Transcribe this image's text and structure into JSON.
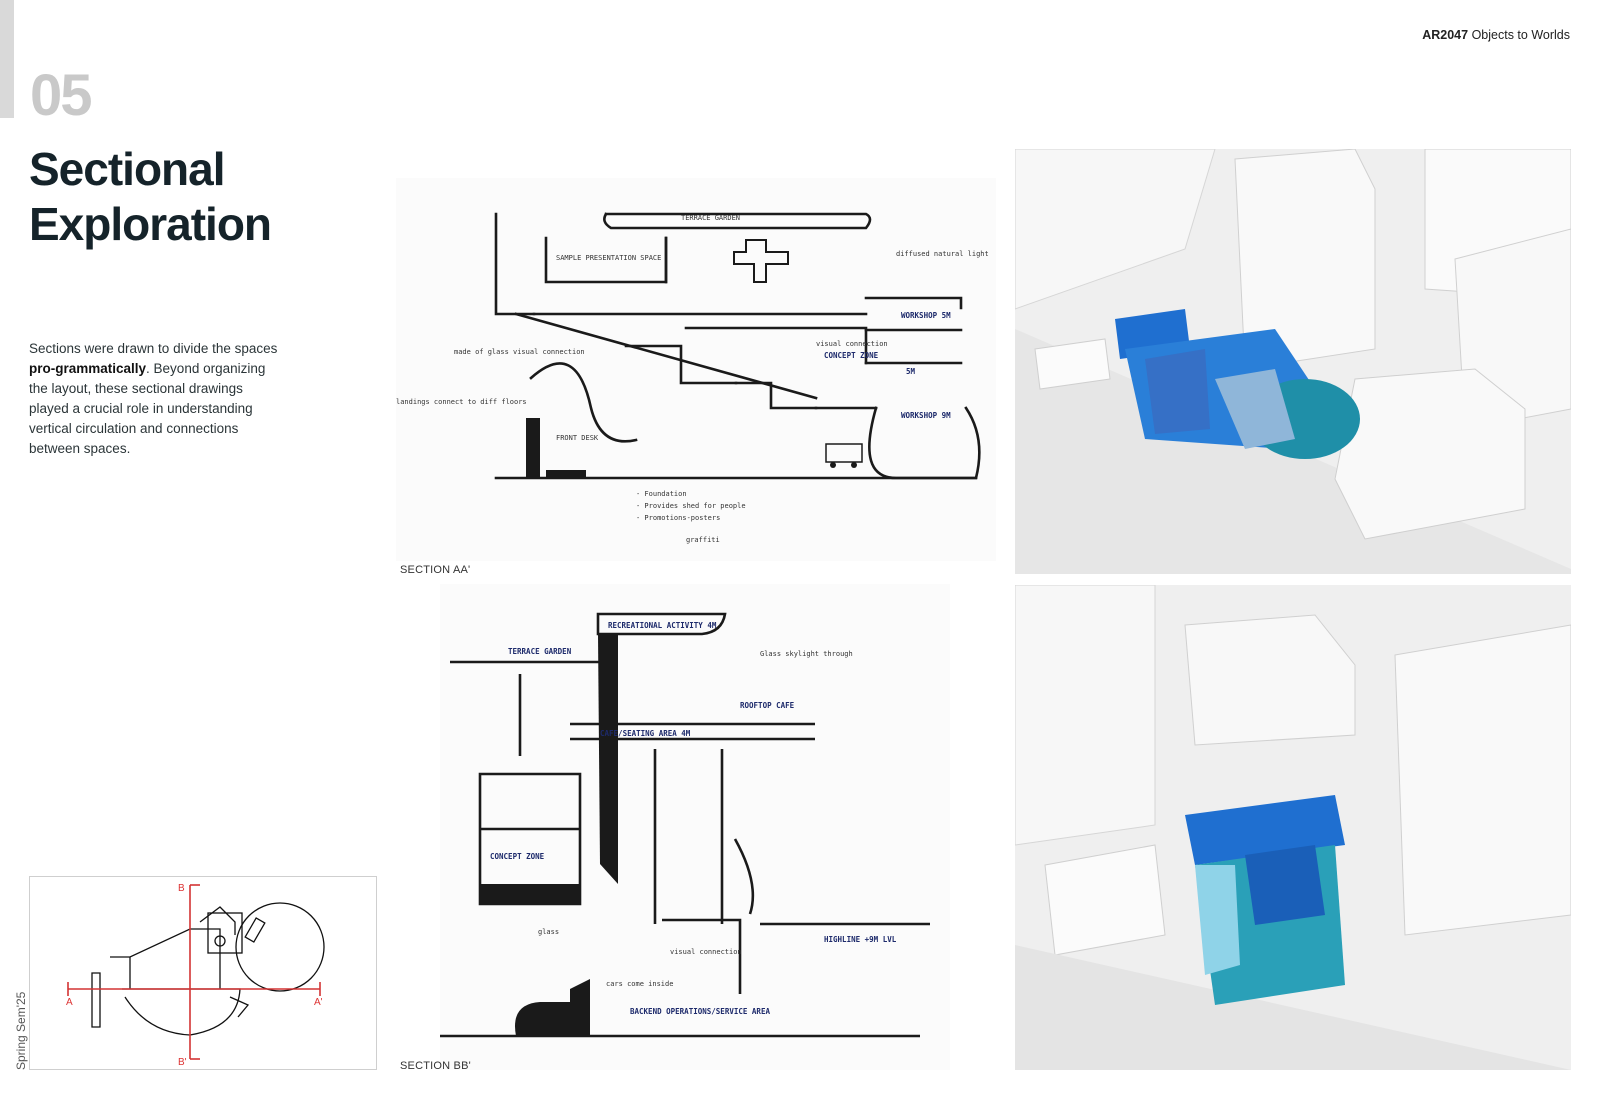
{
  "header": {
    "course_code": "AR2047",
    "course_name": "Objects to Worlds"
  },
  "section": {
    "number": "05",
    "title_line1": "Sectional",
    "title_line2": "Exploration",
    "description_1": "Sections were drawn to divide the spaces ",
    "description_bold": "pro-grammatically",
    "description_2": ". Beyond organizing the layout, these sectional drawings played a crucial role in understanding vertical circulation and connections between spaces."
  },
  "semester": "Spring Sem'25",
  "key_plan": {
    "section_marks": [
      "A",
      "A'",
      "B",
      "B'"
    ]
  },
  "drawings": {
    "section_aa": {
      "caption": "SECTION AA'",
      "labels": [
        "TERRACE GARDEN",
        "SAMPLE PRESENTATION SPACE",
        "WORKSHOP 5M",
        "CONCEPT ZONE",
        "5M",
        "WORKSHOP 9M",
        "FRONT DESK",
        "diffused natural light",
        "landings connect to diff floors",
        "made of glass visual connection",
        "visual connection",
        "- Foundation",
        "- Provides shed for people",
        "- Promotions-posters",
        "graffiti"
      ]
    },
    "section_bb": {
      "caption": "SECTION BB'",
      "labels": [
        "RECREATIONAL ACTIVITY 4M",
        "TERRACE GARDEN",
        "ROOFTOP CAFE",
        "CAFE/SEATING AREA 4M",
        "Glass skylight through",
        "CONCEPT ZONE",
        "glass",
        "visual connection",
        "HIGHLINE +9M LVL",
        "cars come inside",
        "BACKEND OPERATIONS/SERVICE AREA"
      ]
    }
  },
  "colors": {
    "accent_bar": "#d9d9d9",
    "section_mark": "#d33333",
    "model_blue": "#1f6fd0",
    "model_teal": "#2aa0b8"
  }
}
